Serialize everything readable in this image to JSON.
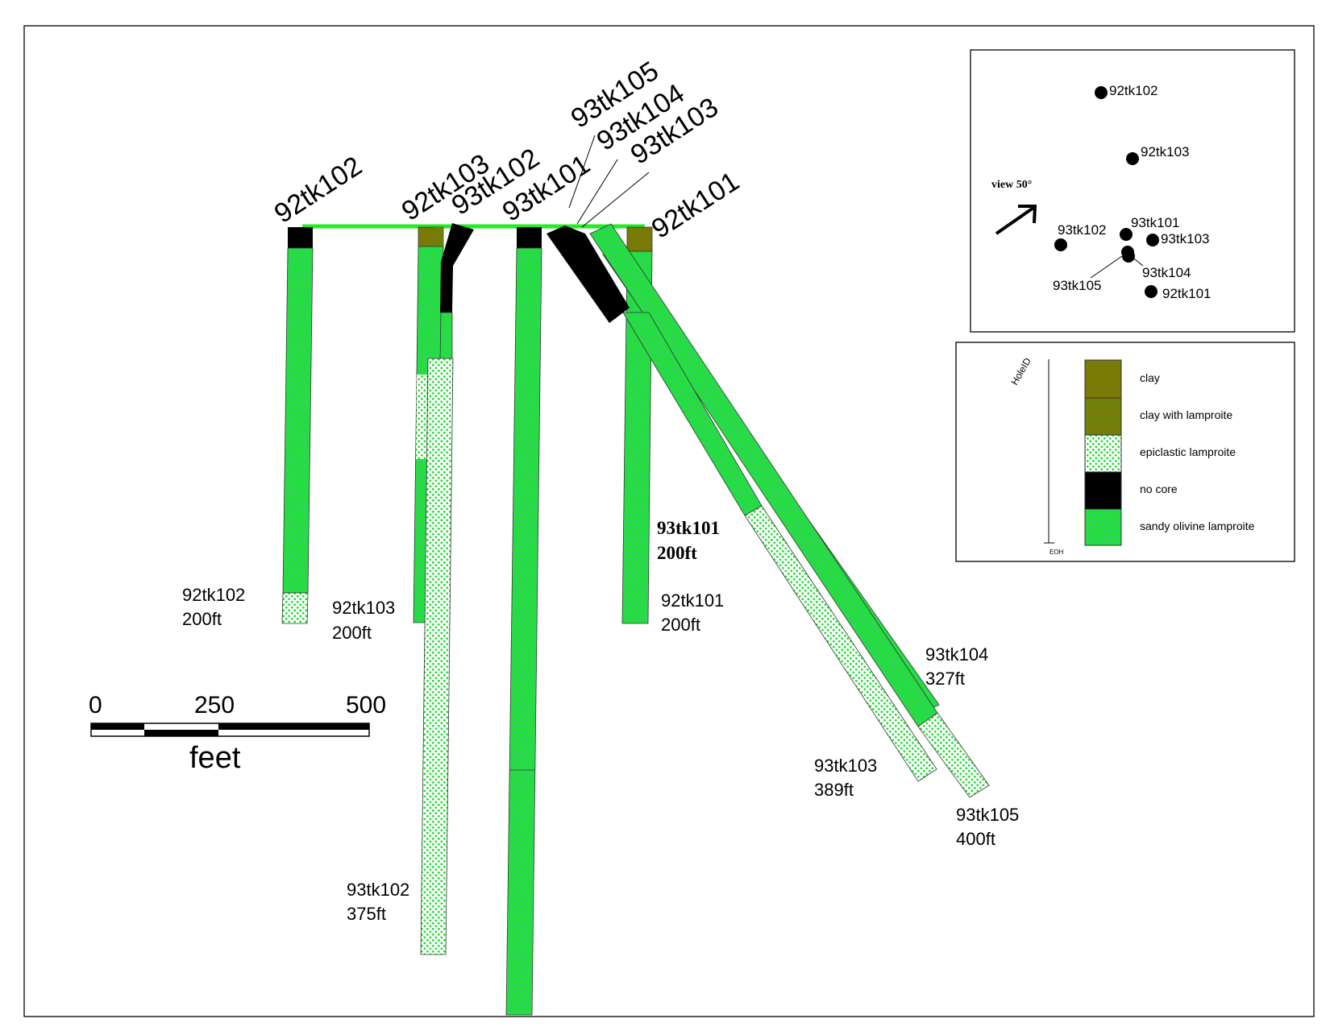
{
  "palette": {
    "clay": "#7a7a08",
    "sandy_olivine": "#22e03c",
    "epiclastic_bg": "#ffffff",
    "epiclastic_dot": "#22dd33",
    "no_core": "#000000",
    "surface": "#22ee22"
  },
  "collar_labels": [
    "92tk102",
    "92tk103",
    "93tk102",
    "93tk101",
    "93tk105",
    "93tk104",
    "93tk103",
    "92tk101"
  ],
  "depth_labels": [
    {
      "hole": "92tk102",
      "depth": "200ft"
    },
    {
      "hole": "92tk103",
      "depth": "200ft"
    },
    {
      "hole": "92tk101",
      "depth": "200ft"
    },
    {
      "hole": "93tk101",
      "depth": "200ft"
    },
    {
      "hole": "93tk104",
      "depth": "327ft"
    },
    {
      "hole": "93tk103",
      "depth": "389ft"
    },
    {
      "hole": "93tk105",
      "depth": "400ft"
    },
    {
      "hole": "93tk102",
      "depth": "375ft"
    }
  ],
  "scale_bar": {
    "ticks": [
      "0",
      "250",
      "500"
    ],
    "unit": "feet"
  },
  "inset_map": {
    "view_label": "view 50°",
    "holes": [
      "92tk102",
      "92tk103",
      "93tk102",
      "93tk101",
      "93tk103",
      "93tk104",
      "93tk105",
      "92tk101"
    ]
  },
  "legend": {
    "axis_label": "HoleID",
    "bottom_label": "EOH",
    "items": [
      {
        "label": "clay",
        "pattern": "clay"
      },
      {
        "label": "clay with lamproite",
        "pattern": "clay_lamp"
      },
      {
        "label": "epiclastic lamproite",
        "pattern": "epiclastic"
      },
      {
        "label": "no core",
        "pattern": "nocore"
      },
      {
        "label": "sandy olivine lamproite",
        "pattern": "sandy"
      }
    ]
  }
}
